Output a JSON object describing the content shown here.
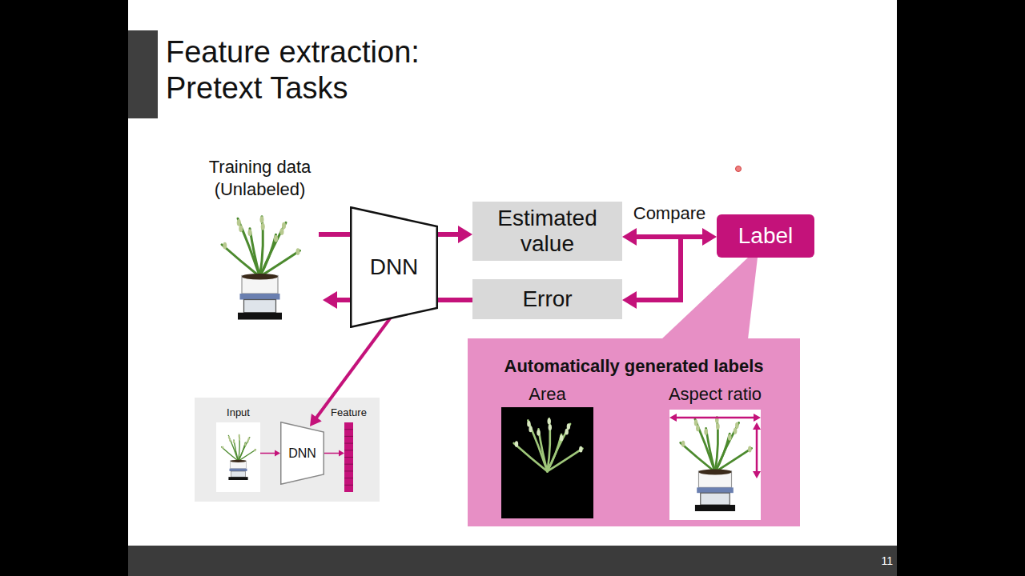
{
  "diagram": {
    "title": "Feature extraction: Pretext Tasks",
    "nodes": [
      {
        "text": [
          "Training data (Unlabeled)"
        ]
      },
      {
        "text": [
          "DNN"
        ]
      },
      {
        "text": [
          "Estimated value"
        ]
      },
      {
        "text": [
          "Error"
        ]
      },
      {
        "text": [
          "Label"
        ]
      },
      {
        "text": [
          "Automatically generated labels"
        ]
      },
      {
        "text": [
          "Area"
        ],
        "in": 5
      },
      {
        "text": [
          "Aspect ratio"
        ],
        "in": 5
      },
      {
        "text": [
          "Input"
        ]
      },
      {
        "text": [
          "DNN"
        ]
      },
      {
        "text": [
          "Feature"
        ]
      }
    ],
    "edges": [
      {
        "from": 0,
        "to": 1,
        "arrow": "none"
      },
      {
        "from": 1,
        "to": 2,
        "arrow": "to"
      },
      {
        "from": 2,
        "to": 4,
        "arrow": "both",
        "label": "Compare"
      },
      {
        "from": 4,
        "to": 3,
        "arrow": "to"
      },
      {
        "from": 3,
        "to": 1,
        "arrow": "none"
      },
      {
        "from": 1,
        "to": 0,
        "arrow": "to"
      },
      {
        "from": 1,
        "to": 9,
        "arrow": "to"
      },
      {
        "from": 8,
        "to": 9,
        "arrow": "to"
      },
      {
        "from": 9,
        "to": 10,
        "arrow": "to"
      }
    ],
    "labels": [
      "11"
    ]
  }
}
